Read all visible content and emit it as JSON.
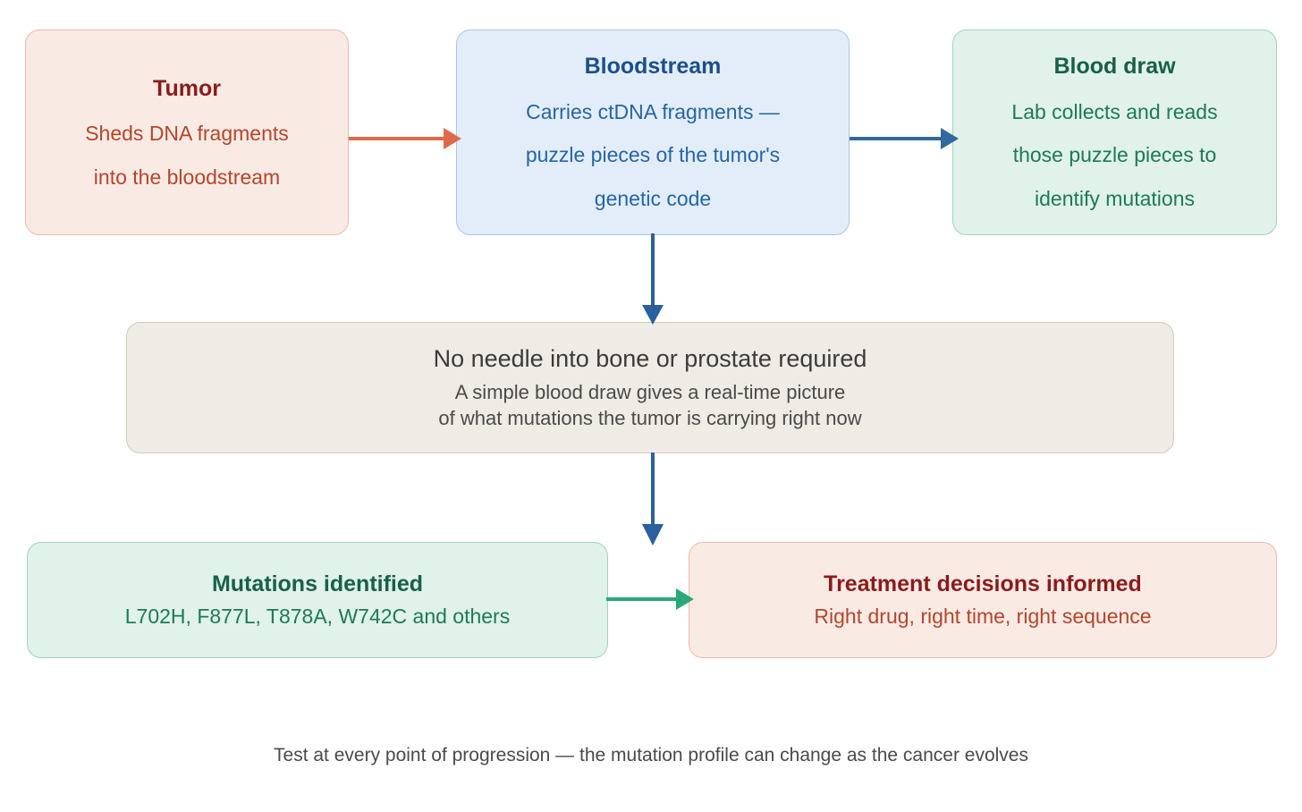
{
  "diagram": {
    "type": "flowchart",
    "title": "ctDNA liquid biopsy workflow",
    "nodes": [
      {
        "id": "tumor",
        "title": "Tumor",
        "lines": [
          "Sheds DNA fragments",
          "into the bloodstream"
        ],
        "fill": "#faeae4",
        "border": "#e8bda9",
        "title_color": "#8c1b1b",
        "text_color": "#b5452a"
      },
      {
        "id": "bloodstream",
        "title": "Bloodstream",
        "lines": [
          "Carries ctDNA fragments —",
          "puzzle pieces of the tumor's",
          "genetic code"
        ],
        "fill": "#e3edf9",
        "border": "#a8c6e5",
        "title_color": "#1b4f8a",
        "text_color": "#2466a8"
      },
      {
        "id": "blood-draw",
        "title": "Blood draw",
        "lines": [
          "Lab collects and reads",
          "those puzzle pieces to",
          "identify mutations"
        ],
        "fill": "#e0f2ea",
        "border": "#9fd3bd",
        "title_color": "#18604a",
        "text_color": "#1d7a56"
      },
      {
        "id": "no-needle",
        "title": "No needle into bone or prostate required",
        "lines": [
          "A simple blood draw gives a real-time picture",
          "of what mutations the tumor is carrying right now"
        ],
        "fill": "#efece5",
        "border": "#cfcabd",
        "title_color": "#3b3b3b",
        "text_color": "#4a4a4a"
      },
      {
        "id": "mutations",
        "title": "Mutations identified",
        "lines": [
          "L702H, F877L, T878A, W742C and others"
        ],
        "fill": "#e0f2ea",
        "border": "#9fd3bd",
        "title_color": "#18604a",
        "text_color": "#1d7a56"
      },
      {
        "id": "treatment",
        "title": "Treatment decisions informed",
        "lines": [
          "Right drug, right time, right sequence"
        ],
        "fill": "#faeae4",
        "border": "#e8bda9",
        "title_color": "#8c1b1b",
        "text_color": "#b5452a"
      }
    ],
    "edges": [
      {
        "id": "tumor-to-bloodstream",
        "from": "tumor",
        "to": "bloodstream",
        "color": "#dd6b4a",
        "direction": "right"
      },
      {
        "id": "bloodstream-to-blood-draw",
        "from": "bloodstream",
        "to": "blood-draw",
        "color": "#31689e",
        "direction": "right"
      },
      {
        "id": "bloodstream-to-no-needle",
        "from": "bloodstream",
        "to": "no-needle",
        "color": "#2b5f9e",
        "direction": "down"
      },
      {
        "id": "no-needle-to-outcome",
        "from": "no-needle",
        "to": "outcome",
        "color": "#2b5f9e",
        "direction": "down"
      },
      {
        "id": "mutations-to-treatment",
        "from": "mutations",
        "to": "treatment",
        "color": "#2aa87c",
        "direction": "right"
      }
    ],
    "footnote": "Test at every point of progression — the mutation profile can change as the cancer evolves"
  }
}
